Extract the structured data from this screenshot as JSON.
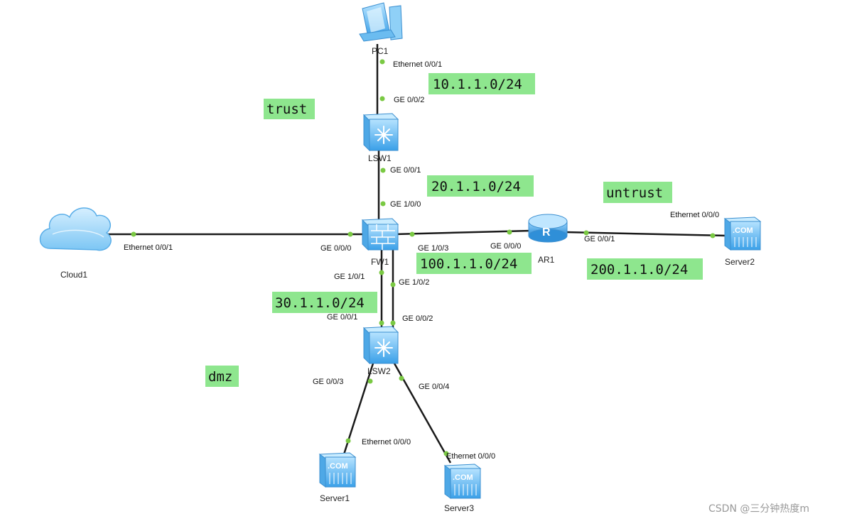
{
  "devices": {
    "pc1": "PC1",
    "lsw1": "LSW1",
    "fw1": "FW1",
    "ar1": "AR1",
    "lsw2": "LSW2",
    "cloud1": "Cloud1",
    "server1": "Server1",
    "server2": "Server2",
    "server3": "Server3"
  },
  "server_badge": ".COM",
  "router_badge": "R",
  "ports": {
    "pc1_eth": "Ethernet 0/0/1",
    "lsw1_up": "GE 0/0/2",
    "lsw1_down": "GE 0/0/1",
    "fw1_top": "GE 1/0/0",
    "fw1_left": "GE 0/0/0",
    "cloud1_eth": "Ethernet 0/0/1",
    "fw1_right": "GE 1/0/3",
    "ar1_left": "GE 0/0/0",
    "ar1_right": "GE 0/0/1",
    "server2_eth": "Ethernet 0/0/0",
    "fw1_down1": "GE 1/0/1",
    "fw1_down2": "GE 1/0/2",
    "lsw2_up1": "GE 0/0/1",
    "lsw2_up2": "GE 0/0/2",
    "lsw2_left": "GE 0/0/3",
    "lsw2_right": "GE 0/0/4",
    "server1_eth": "Ethernet 0/0/0",
    "server3_eth": "Ethernet 0/0/0"
  },
  "subnets": {
    "pc_lsw1": "10.1.1.0/24",
    "lsw1_fw": "20.1.1.0/24",
    "fw_ar": "100.1.1.0/24",
    "ar_server2": "200.1.1.0/24",
    "fw_lsw2": "30.1.1.0/24"
  },
  "zones": {
    "trust": "trust",
    "untrust": "untrust",
    "dmz": "dmz"
  },
  "watermark": "CSDN @三分钟热度m",
  "colors": {
    "label_bg": "#8ee68e",
    "port_dot": "#7ac943",
    "device_blue": "#5ab4ee",
    "link": "#1a1a1a"
  }
}
